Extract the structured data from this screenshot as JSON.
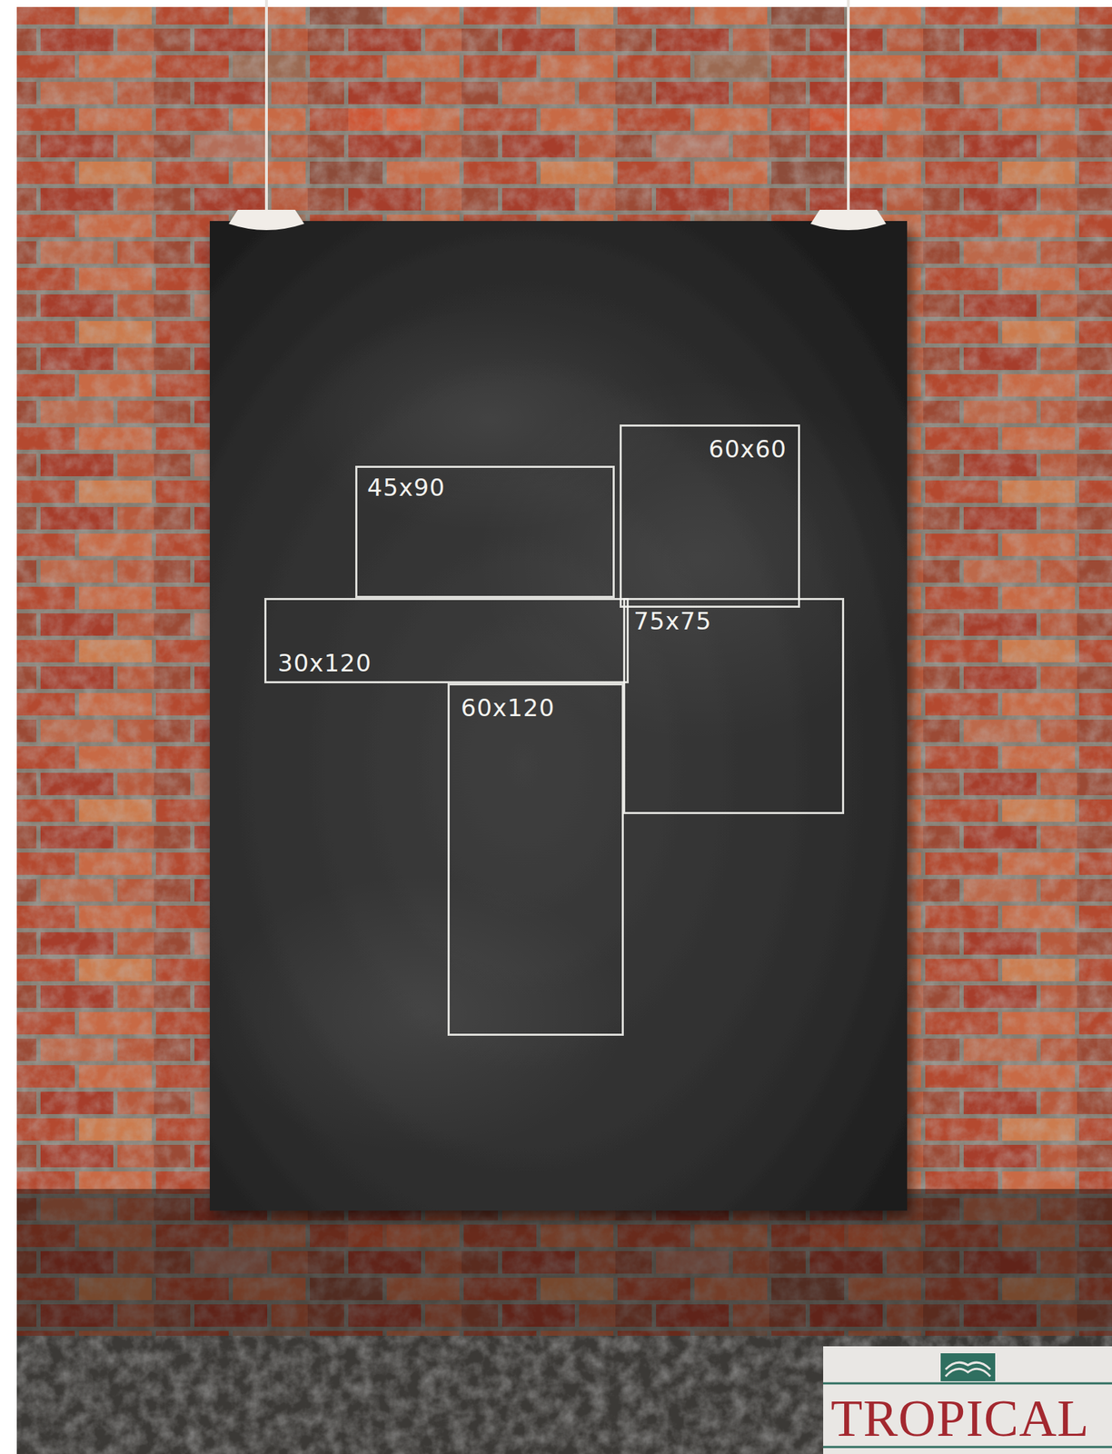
{
  "diagram": {
    "nodes": [
      {
        "text": [
          "45x90"
        ]
      },
      {
        "text": [
          "60x60"
        ]
      },
      {
        "text": [
          "30x120"
        ]
      },
      {
        "text": [
          "75x75"
        ]
      },
      {
        "text": [
          "60x120"
        ]
      }
    ],
    "labels": [
      "TROPICAL"
    ]
  }
}
